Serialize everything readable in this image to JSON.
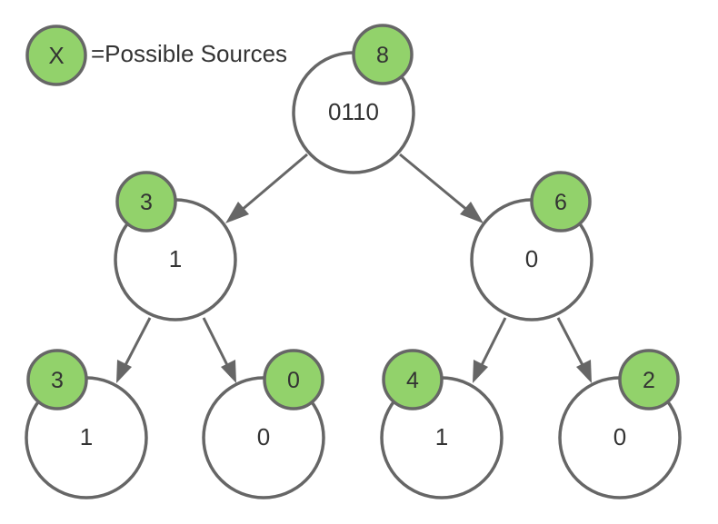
{
  "legend": {
    "symbol": "X",
    "label": "=Possible Sources"
  },
  "colors": {
    "badge_fill": "#92d26b",
    "stroke": "#666666",
    "text": "#333333"
  },
  "nodes": {
    "root": {
      "value": "0110",
      "sources": "8"
    },
    "left": {
      "value": "1",
      "sources": "3"
    },
    "right": {
      "value": "0",
      "sources": "6"
    },
    "left_left": {
      "value": "1",
      "sources": "3"
    },
    "left_right": {
      "value": "0",
      "sources": "0"
    },
    "right_left": {
      "value": "1",
      "sources": "4"
    },
    "right_right": {
      "value": "0",
      "sources": "2"
    }
  }
}
